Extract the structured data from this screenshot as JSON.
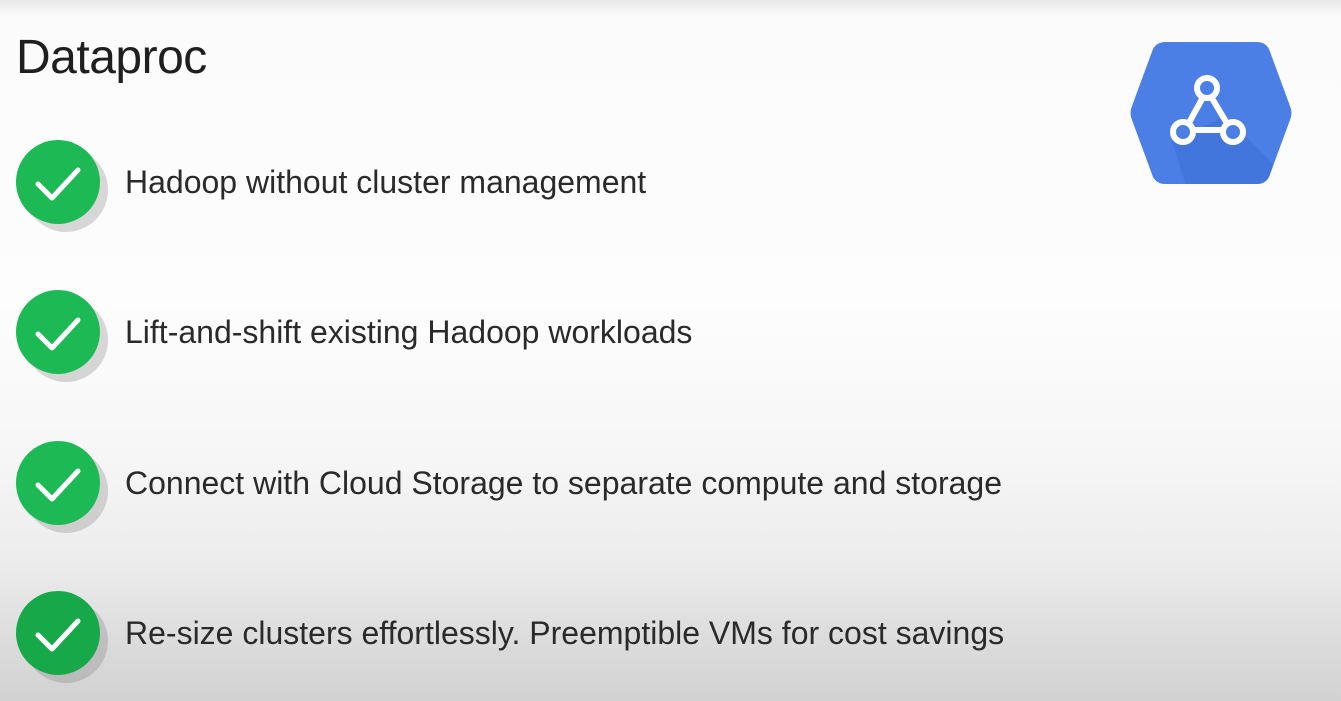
{
  "slide": {
    "title": "Dataproc",
    "logo_icon": "dataproc-hexagon-icon",
    "logo_color": "#4a7fe4",
    "check_color": "#1db954",
    "items": [
      {
        "text": "Hadoop without cluster management",
        "icon": "check-icon"
      },
      {
        "text": "Lift-and-shift existing Hadoop workloads",
        "icon": "check-icon"
      },
      {
        "text": "Connect with Cloud Storage to separate compute and storage",
        "icon": "check-icon"
      },
      {
        "text": "Re-size clusters effortlessly. Preemptible VMs for cost savings",
        "icon": "check-icon"
      }
    ]
  }
}
